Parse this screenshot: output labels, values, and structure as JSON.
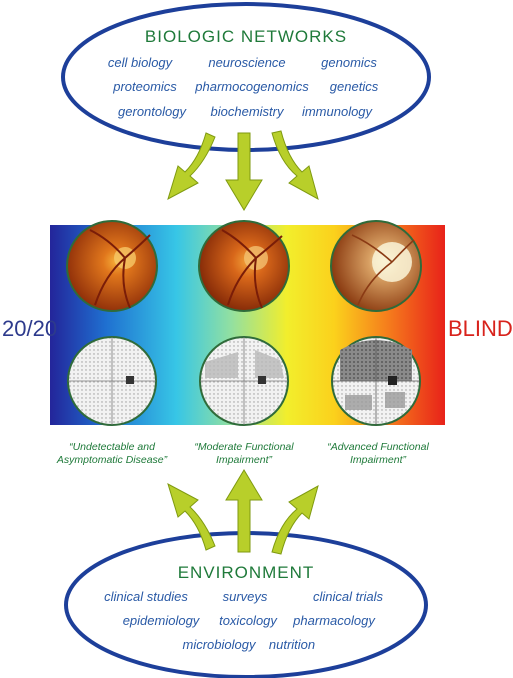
{
  "colors": {
    "ellipse_stroke": "#1d3f9a",
    "title_green": "#1f7a3a",
    "term_blue": "#2a5aa6",
    "arrow_fill": "#b8cf2a",
    "arrow_stroke": "#7f9a10",
    "left_label": "#2d3a8c",
    "right_label": "#d8231c",
    "circle_stroke": "#2f6b3a"
  },
  "top": {
    "title": "BIOLOGIC  NETWORKS",
    "terms": [
      "cell biology",
      "neuroscience",
      "genomics",
      "proteomics",
      "pharmocogenomics",
      "genetics",
      "gerontology",
      "biochemistry",
      "immunology"
    ]
  },
  "spectrum": {
    "left_label": "20/20",
    "right_label": "BLIND",
    "captions": [
      {
        "line1": "“Undetectable and",
        "line2": "Asymptomatic Disease”"
      },
      {
        "line1": "“Moderate Functional",
        "line2": "Impairment”"
      },
      {
        "line1": "“Advanced Functional",
        "line2": "Impairment”"
      }
    ]
  },
  "bottom": {
    "title": "ENVIRONMENT",
    "terms": [
      "clinical studies",
      "surveys",
      "clinical trials",
      "epidemiology",
      "toxicology",
      "pharmacology",
      "microbiology",
      "nutrition"
    ]
  }
}
